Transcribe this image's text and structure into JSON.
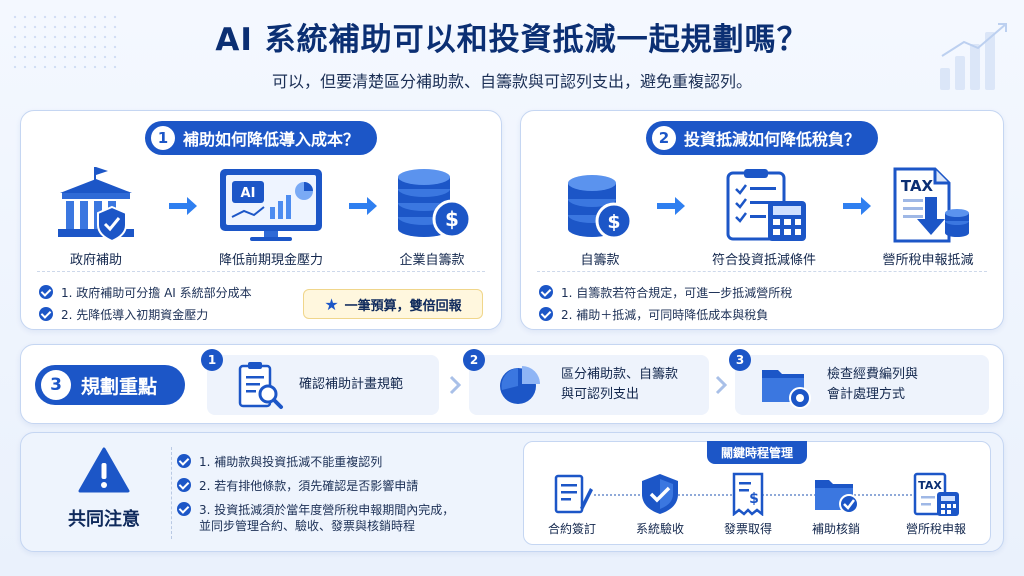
{
  "header": {
    "title": "AI 系統補助可以和投資抵減一起規劃嗎？",
    "subtitle": "可以，但要清楚區分補助款、自籌款與可認列支出，避免重複認列。"
  },
  "section1": {
    "number": "1",
    "title": "補助如何降低導入成本？",
    "flow": [
      "政府補助",
      "降低前期現金壓力",
      "企業自籌款"
    ],
    "bullets": [
      "1. 政府補助可分擔 AI 系統部分成本",
      "2. 先降低導入初期資金壓力"
    ],
    "callout": "一筆預算，雙倍回報",
    "screen_text": "AI"
  },
  "section2": {
    "number": "2",
    "title": "投資抵減如何降低稅負？",
    "flow": [
      "自籌款",
      "符合投資抵減條件",
      "營所稅申報抵減"
    ],
    "bullets": [
      "1. 自籌款若符合規定，可進一步抵減營所稅",
      "2. 補助＋抵減，可同時降低成本與稅負"
    ],
    "tax_text": "TAX"
  },
  "section3": {
    "number": "3",
    "title": "規劃重點",
    "steps": [
      {
        "num": "1",
        "line1": "確認補助計畫規範",
        "line2": ""
      },
      {
        "num": "2",
        "line1": "區分補助款、自籌款",
        "line2": "與可認列支出"
      },
      {
        "num": "3",
        "line1": "檢查經費編列與",
        "line2": "會計處理方式"
      }
    ]
  },
  "notes": {
    "title": "共同注意",
    "items": [
      "1. 補助款與投資抵減不能重複認列",
      "2. 若有排他條款，須先確認是否影響申請",
      "3. 投資抵減須於當年度營所稅申報期間內完成，"
    ],
    "continuation": "並同步管理合約、驗收、發票與核銷時程"
  },
  "timeline": {
    "title": "關鍵時程管理",
    "items": [
      "合約簽訂",
      "系統驗收",
      "發票取得",
      "補助核銷",
      "營所稅申報"
    ],
    "tax_text": "TAX"
  },
  "colors": {
    "primary": "#1c56c7",
    "navy": "#0b2f73",
    "accent": "#2f7ff0",
    "yellow": "#fff7de"
  }
}
